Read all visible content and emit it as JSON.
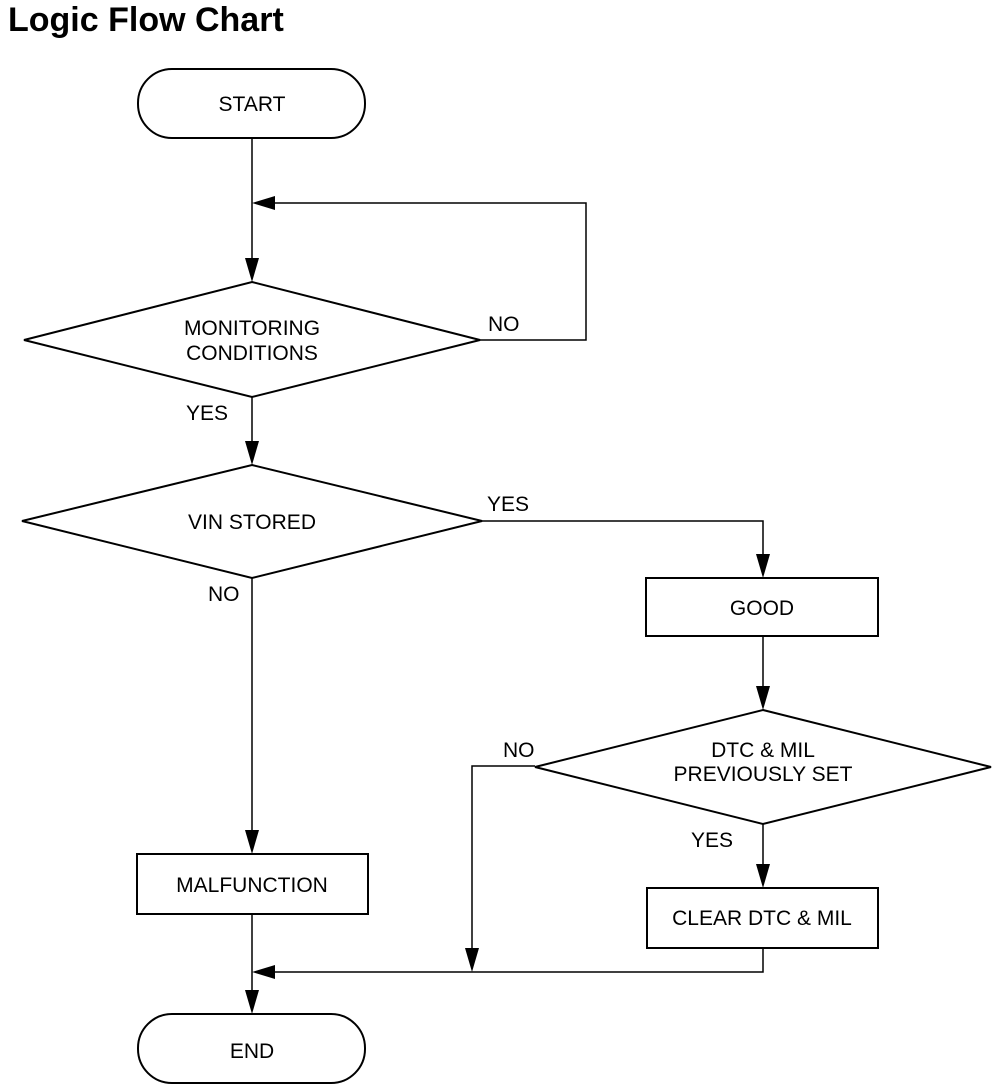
{
  "title": "Logic Flow Chart",
  "nodes": {
    "start": "START",
    "monitoring_line1": "MONITORING",
    "monitoring_line2": "CONDITIONS",
    "vin_stored": "VIN STORED",
    "good": "GOOD",
    "dtc_line1": "DTC & MIL",
    "dtc_line2": "PREVIOUSLY SET",
    "malfunction": "MALFUNCTION",
    "clear": "CLEAR DTC & MIL",
    "end": "END"
  },
  "edges": {
    "monitoring_no": "NO",
    "monitoring_yes": "YES",
    "vin_yes": "YES",
    "vin_no": "NO",
    "dtc_no": "NO",
    "dtc_yes": "YES"
  }
}
